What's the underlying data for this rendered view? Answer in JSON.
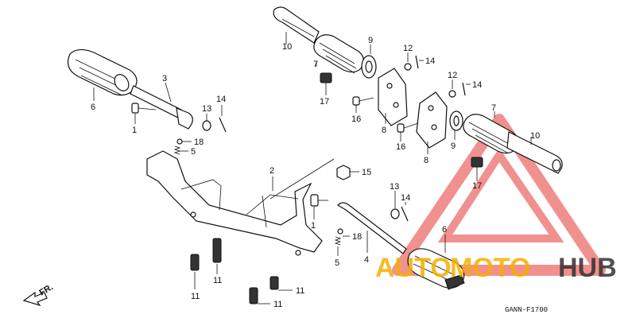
{
  "diagram": {
    "code": "GANN-F1700",
    "direction": "FR.",
    "callouts": [
      "1",
      "2",
      "3",
      "4",
      "5",
      "6",
      "7",
      "8",
      "9",
      "10",
      "11",
      "12",
      "13",
      "14",
      "15",
      "16",
      "17",
      "18"
    ]
  },
  "watermark": {
    "text_left": "AUTO",
    "text_mid": "MOTO",
    "text_right": "HUB",
    "colors": {
      "orange": "#f4b000",
      "red": "#e53935",
      "dark": "#333333"
    }
  }
}
